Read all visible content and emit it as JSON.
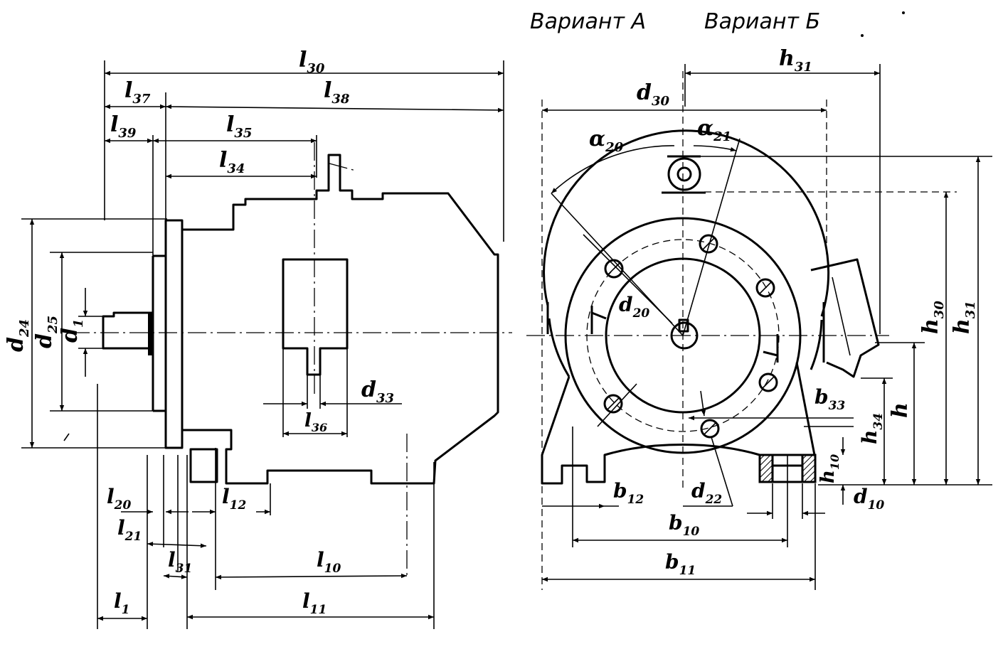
{
  "header": {
    "variant_a": "Вариант А",
    "variant_b": "Вариант  Б"
  },
  "side_view": {
    "labels": {
      "l30": [
        "l",
        "30"
      ],
      "l37": [
        "l",
        "37"
      ],
      "l38": [
        "l",
        "38"
      ],
      "l39": [
        "l",
        "39"
      ],
      "l35": [
        "l",
        "35"
      ],
      "l34": [
        "l",
        "34"
      ],
      "d24": [
        "d",
        "24"
      ],
      "d25": [
        "d",
        "25"
      ],
      "d1": [
        "d",
        "1"
      ],
      "d33": [
        "d",
        "33"
      ],
      "l36": [
        "l",
        "36"
      ],
      "l20": [
        "l",
        "20"
      ],
      "l21": [
        "l",
        "21"
      ],
      "l12": [
        "l",
        "12"
      ],
      "l31": [
        "l",
        "31"
      ],
      "l10": [
        "l",
        "10"
      ],
      "l1": [
        "l",
        "1"
      ],
      "l11": [
        "l",
        "11"
      ]
    }
  },
  "front_view": {
    "labels": {
      "h31top": [
        "h",
        "31"
      ],
      "d30": [
        "d",
        "30"
      ],
      "alpha20": [
        "α",
        "20"
      ],
      "alpha21": [
        "α",
        "21"
      ],
      "d20": [
        "d",
        "20"
      ],
      "h30": [
        "h",
        "30"
      ],
      "h31": [
        "h",
        "31"
      ],
      "h": [
        "h",
        ""
      ],
      "b33": [
        "b",
        "33"
      ],
      "h34": [
        "h",
        "34"
      ],
      "h10": [
        "h",
        "10"
      ],
      "d10": [
        "d",
        "10"
      ],
      "b12": [
        "b",
        "12"
      ],
      "d22": [
        "d",
        "22"
      ],
      "b10": [
        "b",
        "10"
      ],
      "b11": [
        "b",
        "11"
      ]
    }
  },
  "colors": {
    "ink": "#000000",
    "paper": "#ffffff"
  }
}
